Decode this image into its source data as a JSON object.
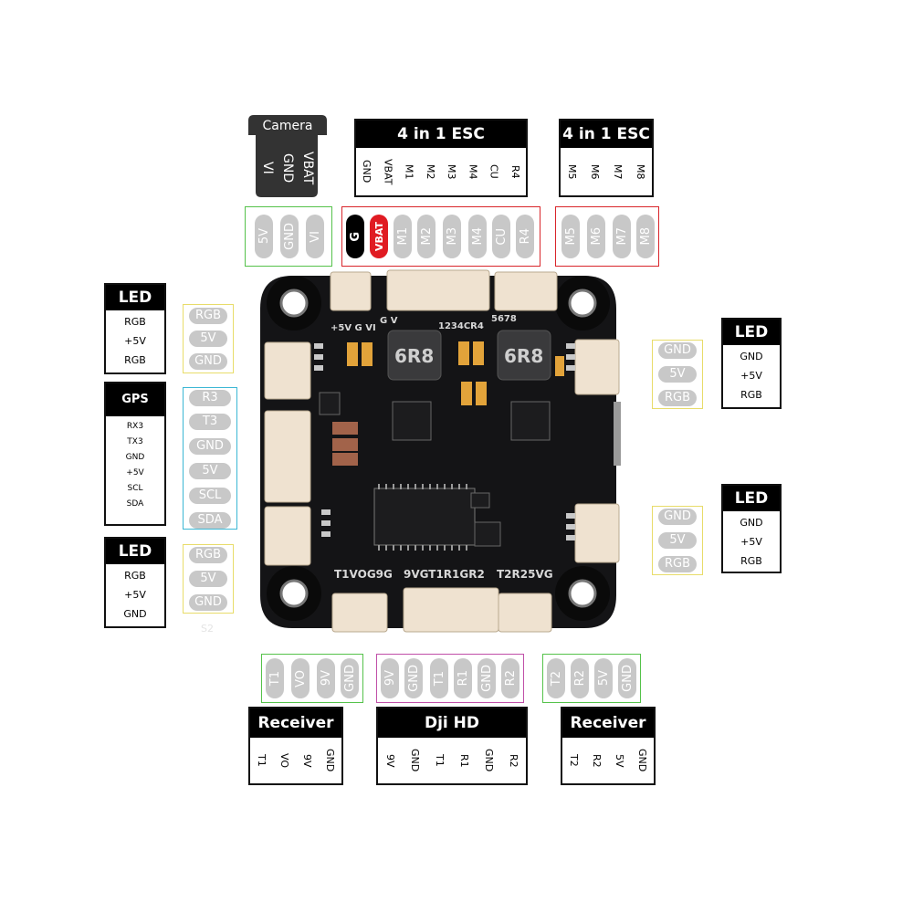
{
  "camera": {
    "title": "Camera",
    "pins": [
      "VBAT",
      "GND",
      "VI"
    ],
    "pads": [
      "5V",
      "GND",
      "VI"
    ]
  },
  "esc_a": {
    "title": "4 in 1 ESC",
    "pins": [
      "GND",
      "VBAT",
      "M1",
      "M2",
      "M3",
      "M4",
      "CU",
      "R4"
    ],
    "pads": [
      "G",
      "VBAT",
      "M1",
      "M2",
      "M3",
      "M4",
      "CU",
      "R4"
    ]
  },
  "esc_b": {
    "title": "4 in 1 ESC",
    "pins": [
      "M5",
      "M6",
      "M7",
      "M8"
    ],
    "pads": [
      "M5",
      "M6",
      "M7",
      "M8"
    ]
  },
  "led_left_top": {
    "title": "LED",
    "pins": [
      "RGB",
      "+5V",
      "RGB"
    ],
    "pads": [
      "RGB",
      "5V",
      "GND"
    ]
  },
  "gps": {
    "title": "GPS",
    "pins": [
      "RX3",
      "TX3",
      "GND",
      "+5V",
      "SCL",
      "SDA"
    ],
    "pads": [
      "R3",
      "T3",
      "GND",
      "5V",
      "SCL",
      "SDA"
    ]
  },
  "led_left_bottom": {
    "title": "LED",
    "pins": [
      "RGB",
      "+5V",
      "GND"
    ],
    "pads": [
      "RGB",
      "5V",
      "GND"
    ]
  },
  "led_right_top": {
    "title": "LED",
    "pins": [
      "GND",
      "+5V",
      "RGB"
    ],
    "pads": [
      "GND",
      "5V",
      "RGB"
    ]
  },
  "led_right_bottom": {
    "title": "LED",
    "pins": [
      "GND",
      "+5V",
      "RGB"
    ],
    "pads": [
      "GND",
      "5V",
      "RGB"
    ]
  },
  "receiver_a": {
    "title": "Receiver",
    "pins": [
      "T1",
      "VO",
      "9V",
      "GND"
    ],
    "pads": [
      "T1",
      "VO",
      "9V",
      "GND"
    ]
  },
  "dji_hd": {
    "title": "Dji HD",
    "pins": [
      "9V",
      "GND",
      "T1",
      "R1",
      "GND",
      "R2"
    ],
    "pads": [
      "9V",
      "GND",
      "T1",
      "R1",
      "GND",
      "R2"
    ]
  },
  "receiver_b": {
    "title": "Receiver",
    "pins": [
      "T2",
      "R2",
      "5V",
      "GND"
    ],
    "pads": [
      "T2",
      "R2",
      "5V",
      "GND"
    ]
  },
  "board": {
    "inductor_1": "6R8",
    "inductor_2": "6R8",
    "silk_top_left": "+5V G VI",
    "silk_top_gv": "G V",
    "silk_top_mid": "1234CR4",
    "silk_top_right": "5678",
    "silk_bottom_1": "T1VOG9G",
    "silk_bottom_2": "9VGT1R1GR2",
    "silk_bottom_3": "T2R25VG",
    "silk_s2": "S2"
  },
  "colors": {
    "green": "#55c24a",
    "red": "#d9252b",
    "cyan": "#3bb7d4",
    "yellow": "#e8dc6a",
    "magenta": "#c04fa8",
    "pad": "#c8c8c8"
  }
}
